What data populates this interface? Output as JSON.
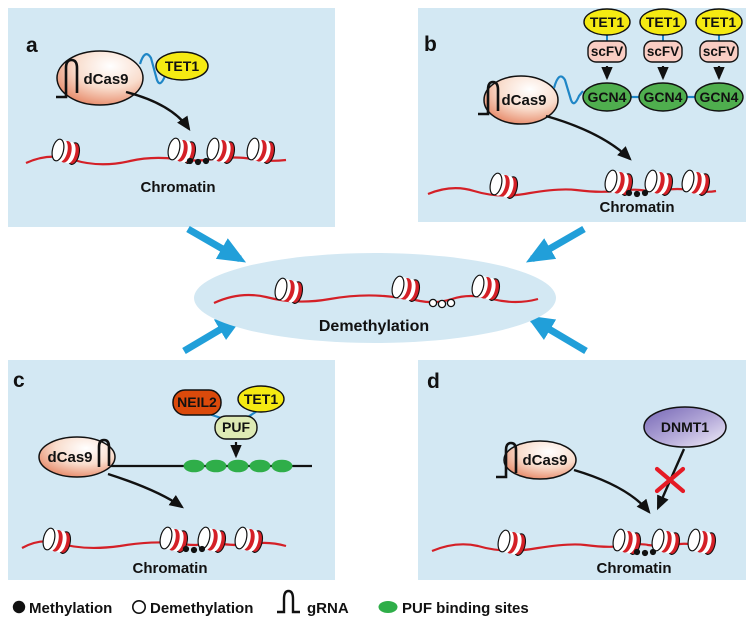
{
  "panel_a": {
    "letter": "a",
    "dcas9": "dCas9",
    "tet1": "TET1",
    "chromatin": "Chromatin"
  },
  "panel_b": {
    "letter": "b",
    "tet1": [
      "TET1",
      "TET1",
      "TET1"
    ],
    "scfv": [
      "scFV",
      "scFV",
      "scFV"
    ],
    "gcn4": [
      "GCN4",
      "GCN4",
      "GCN4"
    ],
    "dcas9": "dCas9",
    "chromatin": "Chromatin"
  },
  "panel_c": {
    "letter": "c",
    "neil2": "NEIL2",
    "tet1": "TET1",
    "puf": "PUF",
    "dcas9": "dCas9",
    "chromatin": "Chromatin"
  },
  "panel_d": {
    "letter": "d",
    "dcas9": "dCas9",
    "dnmt1": "DNMT1",
    "chromatin": "Chromatin"
  },
  "center": {
    "label": "Demethylation"
  },
  "legend": {
    "methylation": "Methylation",
    "demethylation": "Demethylation",
    "grna": "gRNA",
    "puf_sites": "PUF binding sites"
  },
  "colors": {
    "panel_bg": "#d3e8f3",
    "page_bg": "#ffffff",
    "dna_red": "#d42027",
    "arrow_blue": "#219fd9",
    "linker_blue": "#1f86c6",
    "tet1_yellow": "#f5ea12",
    "scfv_pink": "#f9cdc3",
    "gcn4_green": "#4fae4e",
    "neil2_orange": "#db4a0b",
    "puf_fill": "#deeab4",
    "puf_site_green": "#2fae49",
    "dnmt1_purple": "#7566b5",
    "dcas9_salmon": "#e06a43",
    "x_red": "#e51a25"
  }
}
